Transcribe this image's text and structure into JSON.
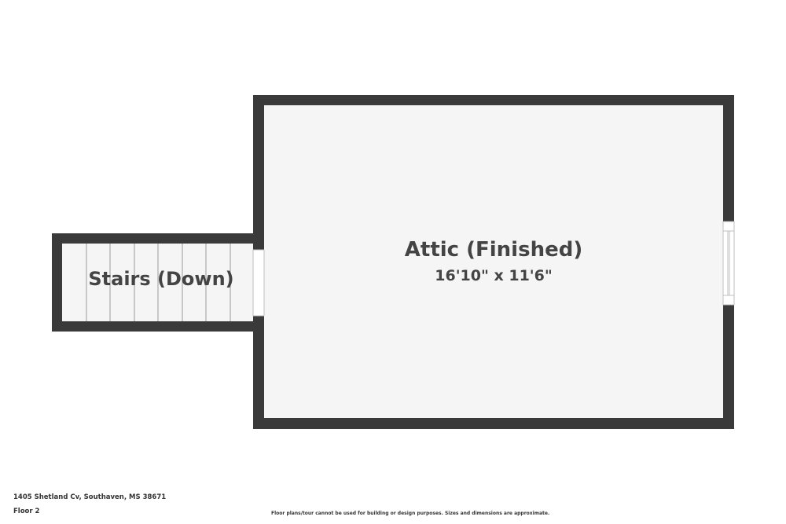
{
  "rooms": {
    "attic": {
      "name": "Attic (Finished)",
      "dimensions": "16'10\" x 11'6\""
    },
    "stairs": {
      "name": "Stairs (Down)"
    }
  },
  "footer": {
    "address": "1405 Shetland Cv, Southaven, MS 38671",
    "floor": "Floor 2",
    "disclaimer": "Floor plans/tour cannot be used for building or design purposes. Sizes and dimensions are approximate."
  },
  "colors": {
    "wall": "#3a3a3a",
    "floor_fill": "#f5f5f5",
    "stair_line": "#9a9a9a",
    "label": "#444444"
  }
}
